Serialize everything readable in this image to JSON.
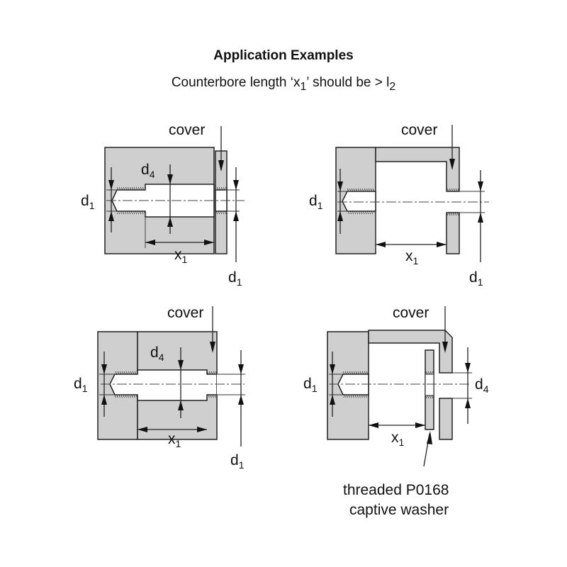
{
  "header": {
    "title": "Application Examples",
    "subtitle_prefix": "Counterbore length ‘x",
    "subtitle_sub": "1",
    "subtitle_mid": "’ should be  > l",
    "subtitle_sub2": "2"
  },
  "labels": {
    "cover": "cover",
    "d": "d",
    "x": "x",
    "one": "1",
    "four": "4"
  },
  "note": {
    "line1": "threaded P0168",
    "line2": "captive washer"
  },
  "colors": {
    "material": "#cfcfcf",
    "line": "#222222"
  }
}
